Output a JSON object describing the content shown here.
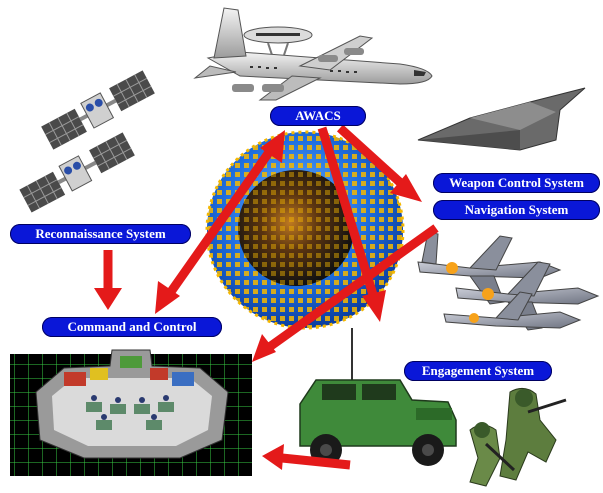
{
  "labels": {
    "awacs": "AWACS",
    "weapon_control": "Weapon Control System",
    "navigation": "Navigation System",
    "reconnaissance": "Reconnaissance System",
    "command_control": "Command and Control",
    "engagement": "Engagement System"
  },
  "colors": {
    "label_bg": "#0a17d8",
    "label_text": "#ffffff",
    "arrow": "#e41a1a",
    "globe_blue": "#1f6fe0",
    "globe_dots": "#f5b800"
  },
  "icons": [
    "satellite-icon",
    "awacs-aircraft-icon",
    "stealth-aircraft-icon",
    "fighter-jets-icon",
    "globe-icon",
    "command-center-icon",
    "humvee-icon",
    "soldiers-icon"
  ]
}
